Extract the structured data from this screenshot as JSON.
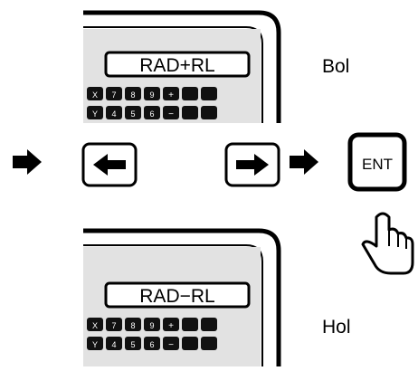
{
  "top_panel": {
    "display_text": "RAD+RL",
    "row1_keys": [
      "X",
      "7",
      "8",
      "9",
      "+",
      "",
      ""
    ],
    "row2_keys": [
      "Y",
      "4",
      "5",
      "6",
      "−",
      "",
      ""
    ],
    "caption": "Bol"
  },
  "nav": {
    "left_key_icon": "left-arrow-icon",
    "right_key_icon": "right-arrow-icon",
    "enter_label": "ENT",
    "flow_arrow_icon": "right-arrow-icon",
    "hand_icon": "pointing-hand-icon"
  },
  "bottom_panel": {
    "display_text": "RAD−RL",
    "row1_keys": [
      "X",
      "7",
      "8",
      "9",
      "+",
      "",
      ""
    ],
    "row2_keys": [
      "Y",
      "4",
      "5",
      "6",
      "−",
      "",
      ""
    ],
    "caption": "Hol"
  }
}
